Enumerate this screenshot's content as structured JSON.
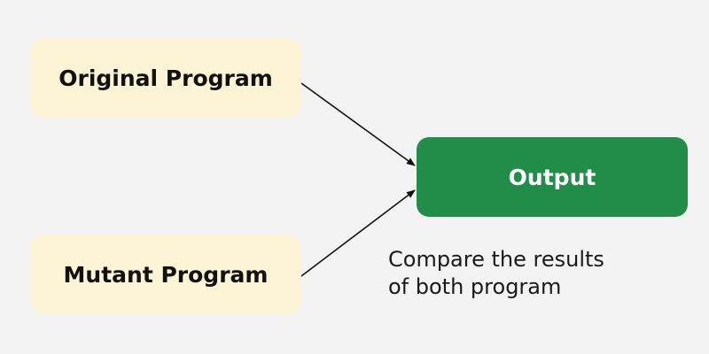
{
  "nodes": {
    "original": "Original Program",
    "mutant": "Mutant Program",
    "output": "Output"
  },
  "caption": {
    "line1": "Compare the results",
    "line2": "of both program"
  },
  "colors": {
    "background": "#f3f3f3",
    "input_fill": "#fdf3d5",
    "output_fill": "#228c49",
    "output_text": "#ffffff",
    "arrow": "#111111"
  }
}
